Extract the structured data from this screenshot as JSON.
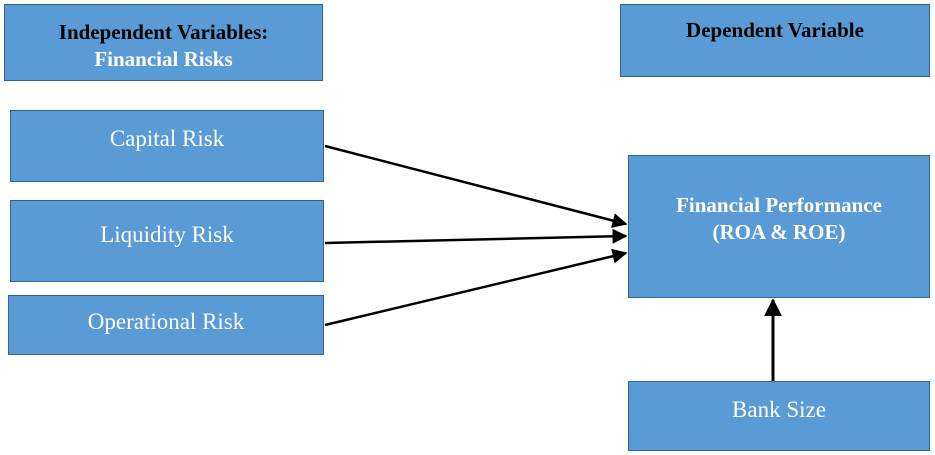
{
  "independent": {
    "line1": "Independent Variables:",
    "line2": "Financial Risks"
  },
  "dependent": {
    "label": "Dependent Variable"
  },
  "risks": {
    "capital": "Capital Risk",
    "liquidity": "Liquidity Risk",
    "operational": "Operational Risk"
  },
  "performance": {
    "line1": "Financial Performance",
    "line2": "(ROA & ROE)"
  },
  "bank_size": {
    "label": "Bank Size"
  },
  "colors": {
    "box_fill": "#5b9bd5",
    "box_border": "#2f6592",
    "arrow": "#000000"
  }
}
